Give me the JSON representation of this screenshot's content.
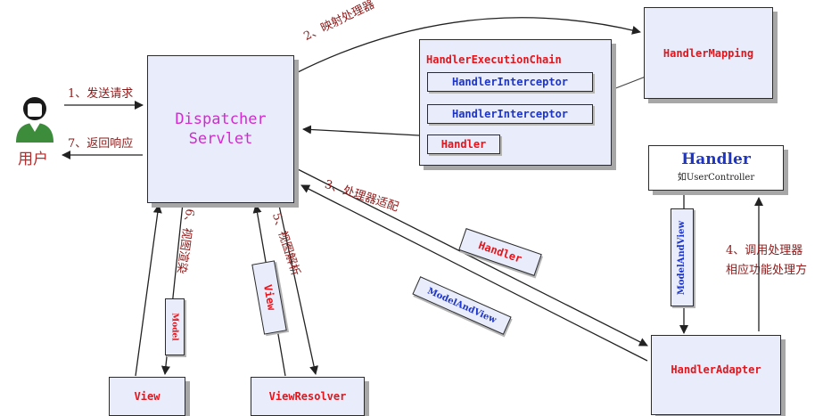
{
  "user": {
    "label": "用户"
  },
  "dispatcher": {
    "line1": "Dispatcher",
    "line2": "Servlet"
  },
  "handler_mapping": {
    "title": "HandlerMapping"
  },
  "chain": {
    "title": "HandlerExecutionChain",
    "items": [
      "HandlerInterceptor",
      "HandlerInterceptor",
      "Handler"
    ]
  },
  "handler": {
    "title": "Handler",
    "subtitle": "如UserController"
  },
  "handler_adapter": {
    "title": "HandlerAdapter"
  },
  "view": {
    "title": "View"
  },
  "view_resolver": {
    "title": "ViewResolver"
  },
  "steps": {
    "s1": "1、发送请求",
    "s2": "2、映射处理器",
    "s3": "3、处理器适配",
    "s4_line1": "4、调用处理器",
    "s4_line2": "相应功能处理方",
    "s5": "5、视图解析",
    "s6": "6、视图渲染",
    "s7": "7、返回响应"
  },
  "tags": {
    "handler": "Handler",
    "model_and_view": "ModelAndView",
    "model_and_view_vertical": "ModelAndView",
    "view": "View",
    "model": "Model"
  }
}
